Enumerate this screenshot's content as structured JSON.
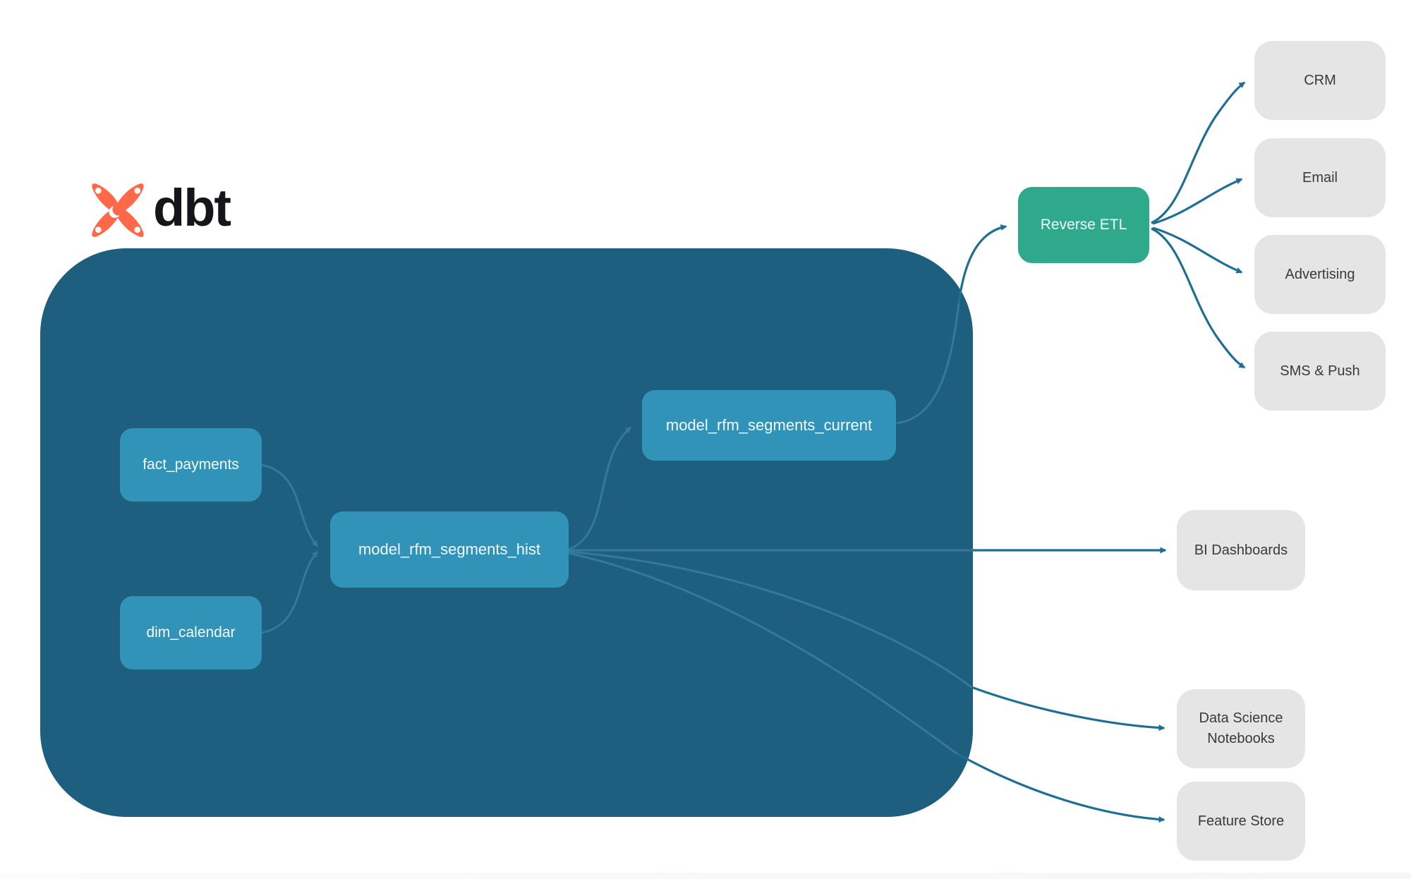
{
  "diagram": {
    "title": "dbt RFM segmentation lineage diagram",
    "brand": "dbt",
    "colors": {
      "container": "#1E5E7E",
      "model_node": "#3093B7",
      "activation_node": "#2FA98C",
      "destination_node": "#E5E5E5",
      "edge_inner": "#35799A",
      "edge_outer": "#1F6E94",
      "logo_orange": "#FF694A",
      "logo_text": "#16161A"
    }
  },
  "nodes": {
    "fact_payments": {
      "label": "fact_payments"
    },
    "dim_calendar": {
      "label": "dim_calendar"
    },
    "model_rfm_segments_hist": {
      "label": "model_rfm_segments_hist"
    },
    "model_rfm_segments_current": {
      "label": "model_rfm_segments_current"
    },
    "reverse_etl": {
      "label": "Reverse ETL"
    },
    "crm": {
      "label": "CRM"
    },
    "email": {
      "label": "Email"
    },
    "advertising": {
      "label": "Advertising"
    },
    "sms_push": {
      "label": "SMS & Push"
    },
    "bi_dashboards": {
      "label": "BI Dashboards"
    },
    "data_science_notebooks": {
      "label": "Data Science Notebooks"
    },
    "feature_store": {
      "label": "Feature Store"
    }
  },
  "edges": [
    {
      "from": "fact_payments",
      "to": "model_rfm_segments_hist"
    },
    {
      "from": "dim_calendar",
      "to": "model_rfm_segments_hist"
    },
    {
      "from": "model_rfm_segments_hist",
      "to": "model_rfm_segments_current"
    },
    {
      "from": "model_rfm_segments_current",
      "to": "reverse_etl"
    },
    {
      "from": "reverse_etl",
      "to": "crm"
    },
    {
      "from": "reverse_etl",
      "to": "email"
    },
    {
      "from": "reverse_etl",
      "to": "advertising"
    },
    {
      "from": "reverse_etl",
      "to": "sms_push"
    },
    {
      "from": "model_rfm_segments_hist",
      "to": "bi_dashboards"
    },
    {
      "from": "model_rfm_segments_hist",
      "to": "data_science_notebooks"
    },
    {
      "from": "model_rfm_segments_hist",
      "to": "feature_store"
    }
  ]
}
